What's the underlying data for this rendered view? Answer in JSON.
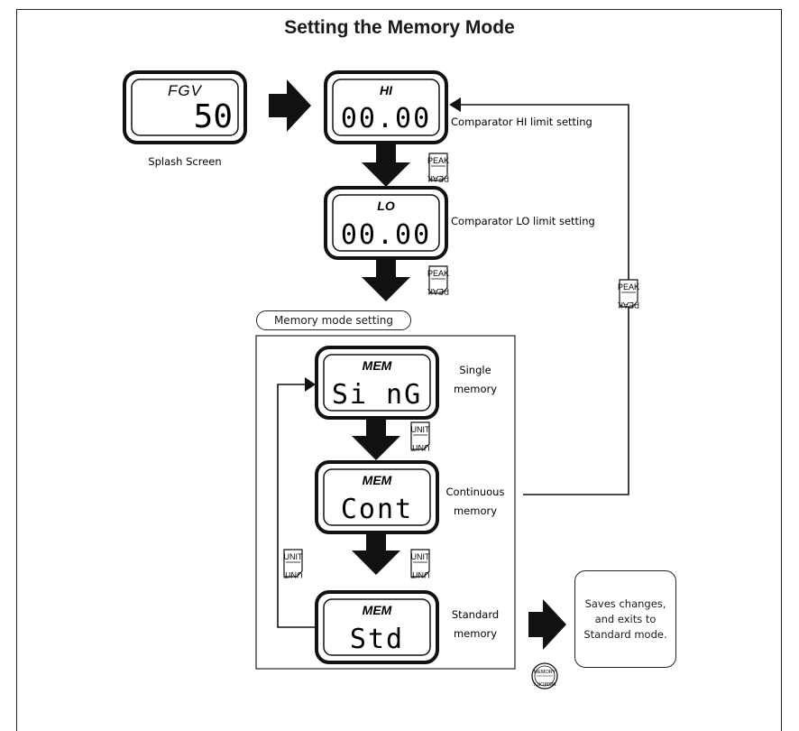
{
  "title": "Setting the Memory Mode",
  "screens": {
    "splash": {
      "top": "FGV",
      "value": "50",
      "caption": "Splash Screen"
    },
    "hi": {
      "top": "HI",
      "value": "00.00",
      "caption": "Comparator HI limit setting"
    },
    "lo": {
      "top": "LO",
      "value": "00.00",
      "caption": "Comparator LO limit setting"
    },
    "single": {
      "top": "MEM",
      "value": "Si nG",
      "caption_line1": "Single",
      "caption_line2": "memory"
    },
    "continuous": {
      "top": "MEM",
      "value": "Cont",
      "caption_line1": "Continuous",
      "caption_line2": "memory"
    },
    "standard": {
      "top": "MEM",
      "value": "Std",
      "caption_line1": "Standard",
      "caption_line2": "memory"
    }
  },
  "mode_group_label": "Memory mode setting",
  "keys": {
    "peak": "PEAK",
    "unit": "UNIT",
    "memory": "MEMORY"
  },
  "result": {
    "line1": "Saves changes,",
    "line2": "and exits to",
    "line3": "Standard mode."
  }
}
